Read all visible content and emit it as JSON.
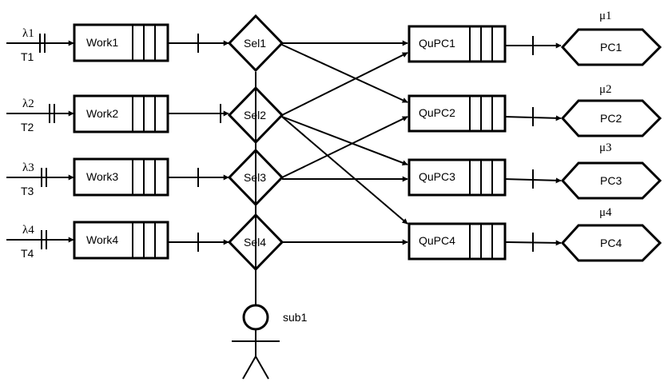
{
  "sources": [
    {
      "rate": "λ1",
      "period": "T1"
    },
    {
      "rate": "λ2",
      "period": "T2"
    },
    {
      "rate": "λ3",
      "period": "T3"
    },
    {
      "rate": "λ4",
      "period": "T4"
    }
  ],
  "work_queues": [
    "Work1",
    "Work2",
    "Work3",
    "Work4"
  ],
  "selectors": [
    "Sel1",
    "Sel2",
    "Sel3",
    "Sel4"
  ],
  "pc_queues": [
    "QuPC1",
    "QuPC2",
    "QuPC3",
    "QuPC4"
  ],
  "processors": [
    {
      "name": "PC1",
      "rate": "μ1"
    },
    {
      "name": "PC2",
      "rate": "μ2"
    },
    {
      "name": "PC3",
      "rate": "μ3"
    },
    {
      "name": "PC4",
      "rate": "μ4"
    }
  ],
  "actor": {
    "label": "sub1"
  }
}
